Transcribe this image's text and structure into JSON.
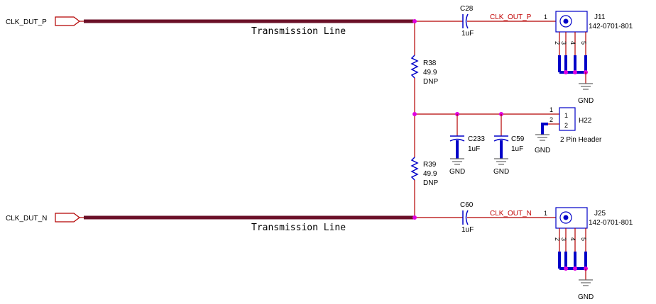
{
  "ports": {
    "clk_dut_p": "CLK_DUT_P",
    "clk_dut_n": "CLK_DUT_N"
  },
  "transmission_line_top": "Transmission Line",
  "transmission_line_bottom": "Transmission Line",
  "nets": {
    "clk_out_p": "CLK_OUT_P",
    "clk_out_n": "CLK_OUT_N",
    "gnd": "GND"
  },
  "components": {
    "c28": {
      "ref": "C28",
      "value": "1uF"
    },
    "c60": {
      "ref": "C60",
      "value": "1uF"
    },
    "c233": {
      "ref": "C233",
      "value": "1uF"
    },
    "c59": {
      "ref": "C59",
      "value": "1uF"
    },
    "r38": {
      "ref": "R38",
      "value": "49.9",
      "note": "DNP"
    },
    "r39": {
      "ref": "R39",
      "value": "49.9",
      "note": "DNP"
    },
    "j11": {
      "ref": "J11",
      "part": "142-0701-801",
      "pins": [
        "1",
        "2",
        "3",
        "4",
        "5"
      ]
    },
    "j25": {
      "ref": "J25",
      "part": "142-0701-801",
      "pins": [
        "1",
        "2",
        "3",
        "4",
        "5"
      ]
    },
    "h22": {
      "ref": "H22",
      "part": "2 Pin Header",
      "pins": [
        "1",
        "2"
      ]
    }
  },
  "colors": {
    "wire": "#b30000",
    "transmission_line": "#6b1028",
    "symbol": "#0000c8",
    "junction": "#e000e0",
    "net_label": "#c00000"
  }
}
